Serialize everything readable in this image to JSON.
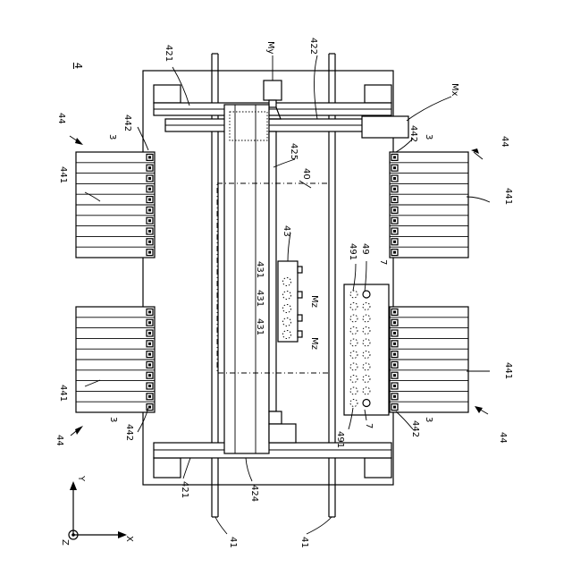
{
  "figure_number": "4",
  "axes": {
    "y": "Y",
    "x": "X",
    "z": "Z"
  },
  "labels": {
    "rail_left": "421",
    "rail_left_bottom": "421",
    "motor_y": "My",
    "rail_right": "422",
    "motor_x": "Mx",
    "arm": "425",
    "region": "40",
    "head": "43",
    "nozzle_a": "431",
    "nozzle_b": "431",
    "nozzle_c": "431",
    "motor_z_a": "Mz",
    "motor_z_b": "Mz",
    "tray": "49",
    "tray_pocket_top": "491",
    "tray_pocket_bottom": "491",
    "part_top": "7",
    "part_bottom": "7",
    "beam": "424",
    "guide_left": "41",
    "guide_right": "41",
    "feeder_group_ul": "44",
    "feeder_group_ll": "44",
    "feeder_group_ur": "44",
    "feeder_group_lr": "44",
    "feeder_ul": "441",
    "feeder_ll": "441",
    "feeder_ur": "441",
    "feeder_lr": "441",
    "tape_ul": "442",
    "tape_ll": "442",
    "tape_ur": "442",
    "tape_lr": "442",
    "comp_ul": "3",
    "comp_ll": "3",
    "comp_ur": "3",
    "comp_lr": "3"
  }
}
